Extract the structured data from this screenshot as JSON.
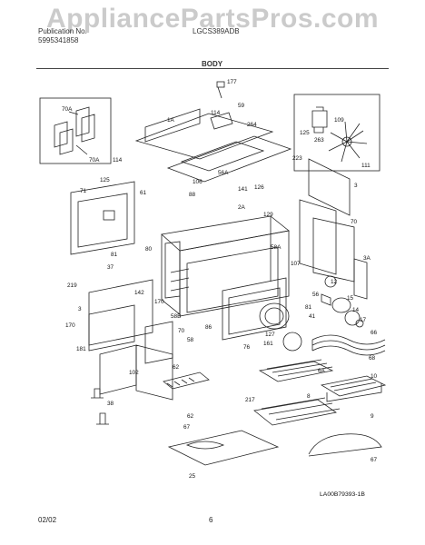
{
  "header": {
    "publication_label": "Publication No.",
    "publication_no": "5995341858",
    "model_no": "LGCS389ADB",
    "section": "BODY"
  },
  "watermark": "AppliancePartsPros.com",
  "diagram": {
    "parts": [
      "177",
      "59",
      "114",
      "1A",
      "264",
      "125",
      "109",
      "263",
      "111",
      "70A",
      "70A",
      "114",
      "223",
      "71",
      "125",
      "61",
      "106",
      "56A",
      "141",
      "126",
      "88",
      "2A",
      "129",
      "3",
      "70",
      "37",
      "80",
      "81",
      "58A",
      "107",
      "3A",
      "12",
      "56",
      "142",
      "170",
      "58B",
      "219",
      "3",
      "86",
      "70",
      "81",
      "15",
      "14",
      "17",
      "41",
      "76",
      "127",
      "161",
      "66",
      "170",
      "181",
      "58",
      "102",
      "62",
      "6A",
      "68",
      "10",
      "38",
      "217",
      "8",
      "9",
      "62",
      "67",
      "25",
      "67"
    ],
    "drawing_id": "LA00B79393-1B"
  },
  "footer": {
    "date": "02/02",
    "page": "6"
  }
}
